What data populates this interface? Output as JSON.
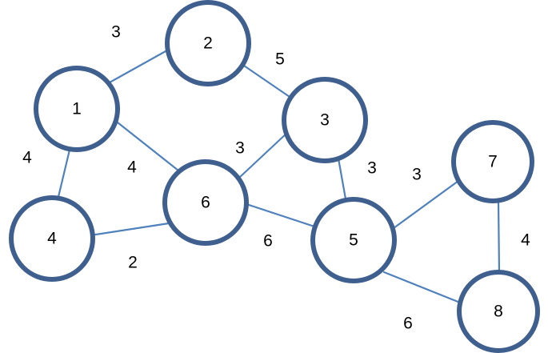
{
  "graph": {
    "nodes": [
      {
        "id": "1",
        "label": "1"
      },
      {
        "id": "2",
        "label": "2"
      },
      {
        "id": "3",
        "label": "3"
      },
      {
        "id": "4",
        "label": "4"
      },
      {
        "id": "5",
        "label": "5"
      },
      {
        "id": "6",
        "label": "6"
      },
      {
        "id": "7",
        "label": "7"
      },
      {
        "id": "8",
        "label": "8"
      }
    ],
    "edges": [
      {
        "from": "1",
        "to": "2",
        "weight": "3"
      },
      {
        "from": "2",
        "to": "3",
        "weight": "5"
      },
      {
        "from": "1",
        "to": "4",
        "weight": "4"
      },
      {
        "from": "1",
        "to": "6",
        "weight": "4"
      },
      {
        "from": "4",
        "to": "6",
        "weight": "2"
      },
      {
        "from": "3",
        "to": "6",
        "weight": "3"
      },
      {
        "from": "3",
        "to": "5",
        "weight": "3"
      },
      {
        "from": "6",
        "to": "5",
        "weight": "6"
      },
      {
        "from": "5",
        "to": "7",
        "weight": "3"
      },
      {
        "from": "7",
        "to": "8",
        "weight": "4"
      },
      {
        "from": "5",
        "to": "8",
        "weight": "6"
      }
    ]
  }
}
